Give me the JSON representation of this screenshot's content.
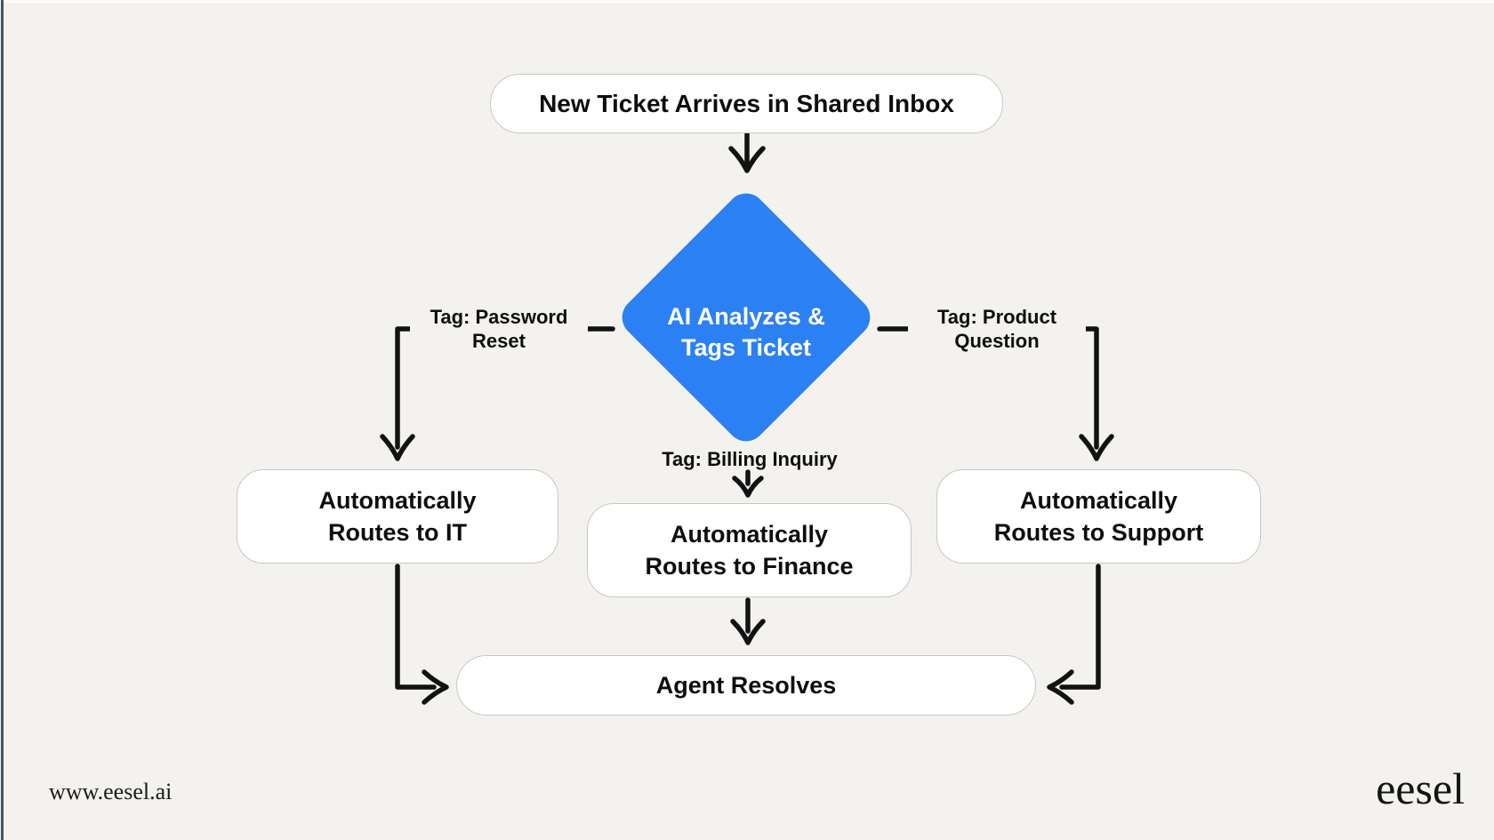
{
  "colors": {
    "background": "#f4f2ef",
    "node_fill": "#ffffff",
    "node_border": "#c9c7c4",
    "decision_fill": "#2b80f4",
    "decision_text": "#ffffff",
    "connector": "#121212",
    "left_edge": "#46555d",
    "text": "#0e0e0e"
  },
  "nodes": {
    "start": {
      "label": "New Ticket Arrives in Shared Inbox"
    },
    "decision": {
      "line1": "AI Analyzes &",
      "line2": "Tags Ticket"
    },
    "route_it": {
      "line1": "Automatically",
      "line2": "Routes to IT"
    },
    "route_finance": {
      "line1": "Automatically",
      "line2": "Routes to Finance"
    },
    "route_support": {
      "line1": "Automatically",
      "line2": "Routes to Support"
    },
    "resolve": {
      "label": "Agent Resolves"
    }
  },
  "edge_labels": {
    "password": {
      "line1": "Tag: Password",
      "line2": "Reset"
    },
    "billing": {
      "label": "Tag: Billing Inquiry"
    },
    "product": {
      "line1": "Tag: Product",
      "line2": "Question"
    }
  },
  "footer": {
    "website": "www.eesel.ai",
    "brand": "eesel"
  }
}
